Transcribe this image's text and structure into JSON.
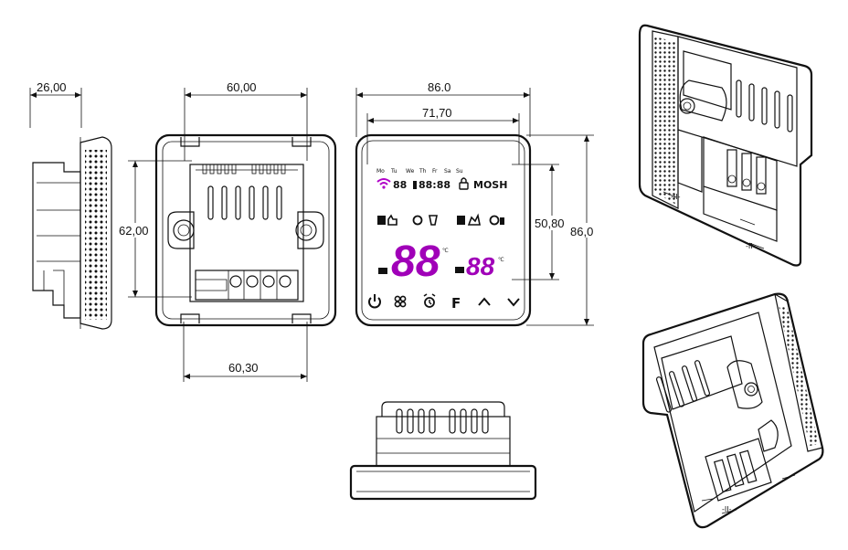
{
  "dimensions": {
    "side_depth": "26,00",
    "rear_top_width": "60,00",
    "rear_height": "62,00",
    "rear_bottom_width": "60,30",
    "front_outer_width": "86.0",
    "front_screen_width": "71,70",
    "front_screen_height": "50,80",
    "front_outer_height": "86,0"
  },
  "lcd": {
    "days": [
      "Mo",
      "Tu",
      "We",
      "Th",
      "Fr",
      "Sa",
      "Su"
    ],
    "clock_digits": "88:88",
    "small_digits": "88",
    "mode_text": "MOSH",
    "set_temp": "88",
    "room_temp": "88",
    "degree_unit": "℃",
    "fan_letter": "F"
  },
  "buttons": {
    "power": "power-icon",
    "mode": "mode-icon",
    "clock": "clock-icon",
    "fan": "F",
    "up": "chevron-up-icon",
    "down": "chevron-down-icon"
  },
  "colors": {
    "lcd_segment": "#b000c8",
    "outline": "#111111"
  }
}
